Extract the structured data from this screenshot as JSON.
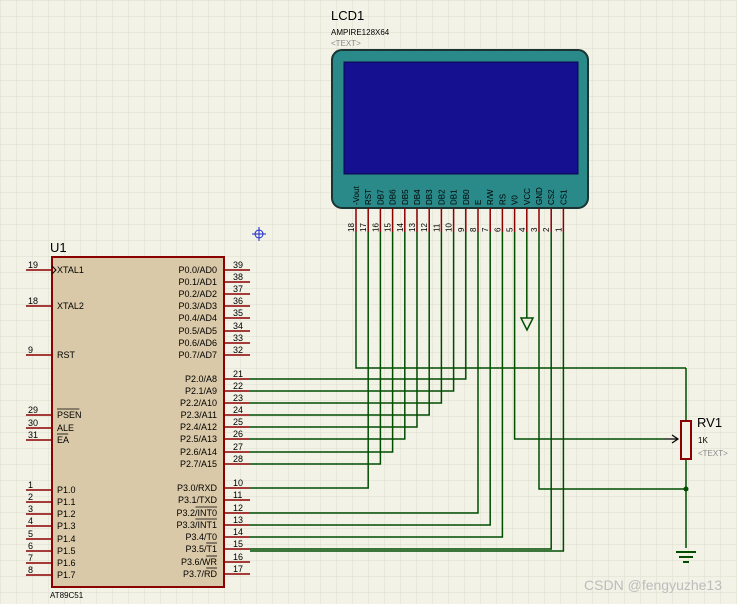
{
  "watermark": "CSDN @fengyuzhe13",
  "lcd": {
    "ref": "LCD1",
    "part": "AMPIRE128X64",
    "text_tag": "<TEXT>",
    "screen_color": "#14108f",
    "bezel_color": "#2a8a8a",
    "pins": [
      {
        "label": "-Vout",
        "num": "18"
      },
      {
        "label": "RST",
        "num": "17"
      },
      {
        "label": "DB7",
        "num": "16"
      },
      {
        "label": "DB6",
        "num": "15"
      },
      {
        "label": "DB5",
        "num": "14"
      },
      {
        "label": "DB4",
        "num": "13"
      },
      {
        "label": "DB3",
        "num": "12"
      },
      {
        "label": "DB2",
        "num": "11"
      },
      {
        "label": "DB1",
        "num": "10"
      },
      {
        "label": "DB0",
        "num": "9"
      },
      {
        "label": "E",
        "num": "8"
      },
      {
        "label": "R/W",
        "num": "7"
      },
      {
        "label": "RS",
        "num": "6"
      },
      {
        "label": "V0",
        "num": "5"
      },
      {
        "label": "VCC",
        "num": "4"
      },
      {
        "label": "GND",
        "num": "3"
      },
      {
        "label": "CS2",
        "num": "2"
      },
      {
        "label": "CS1",
        "num": "1"
      }
    ]
  },
  "mcu": {
    "ref": "U1",
    "part": "AT89C51",
    "body_color": "#d9c9a8",
    "left_pins": [
      {
        "num": "19",
        "label": "XTAL1"
      },
      {
        "num": "18",
        "label": "XTAL2"
      },
      {
        "num": "9",
        "label": "RST"
      },
      {
        "num": "29",
        "label": "PSEN"
      },
      {
        "num": "30",
        "label": "ALE"
      },
      {
        "num": "31",
        "label": "EA"
      },
      {
        "num": "1",
        "label": "P1.0"
      },
      {
        "num": "2",
        "label": "P1.1"
      },
      {
        "num": "3",
        "label": "P1.2"
      },
      {
        "num": "4",
        "label": "P1.3"
      },
      {
        "num": "5",
        "label": "P1.4"
      },
      {
        "num": "6",
        "label": "P1.5"
      },
      {
        "num": "7",
        "label": "P1.6"
      },
      {
        "num": "8",
        "label": "P1.7"
      }
    ],
    "right_pins": [
      {
        "num": "39",
        "label": "P0.0/AD0"
      },
      {
        "num": "38",
        "label": "P0.1/AD1"
      },
      {
        "num": "37",
        "label": "P0.2/AD2"
      },
      {
        "num": "36",
        "label": "P0.3/AD3"
      },
      {
        "num": "35",
        "label": "P0.4/AD4"
      },
      {
        "num": "34",
        "label": "P0.5/AD5"
      },
      {
        "num": "33",
        "label": "P0.6/AD6"
      },
      {
        "num": "32",
        "label": "P0.7/AD7"
      },
      {
        "num": "21",
        "label": "P2.0/A8"
      },
      {
        "num": "22",
        "label": "P2.1/A9"
      },
      {
        "num": "23",
        "label": "P2.2/A10"
      },
      {
        "num": "24",
        "label": "P2.3/A11"
      },
      {
        "num": "25",
        "label": "P2.4/A12"
      },
      {
        "num": "26",
        "label": "P2.5/A13"
      },
      {
        "num": "27",
        "label": "P2.6/A14"
      },
      {
        "num": "28",
        "label": "P2.7/A15"
      },
      {
        "num": "10",
        "label": "P3.0/RXD"
      },
      {
        "num": "11",
        "label": "P3.1/TXD"
      },
      {
        "num": "12",
        "label": "P3.2/INT0"
      },
      {
        "num": "13",
        "label": "P3.3/INT1"
      },
      {
        "num": "14",
        "label": "P3.4/T0"
      },
      {
        "num": "15",
        "label": "P3.5/T1"
      },
      {
        "num": "16",
        "label": "P3.6/WR"
      },
      {
        "num": "17",
        "label": "P3.7/RD"
      }
    ]
  },
  "pot": {
    "ref": "RV1",
    "value": "1K",
    "text_tag": "<TEXT>"
  },
  "colors": {
    "wire": "#004d00",
    "pin_line": "#8b0000",
    "outline": "#8b0000"
  }
}
